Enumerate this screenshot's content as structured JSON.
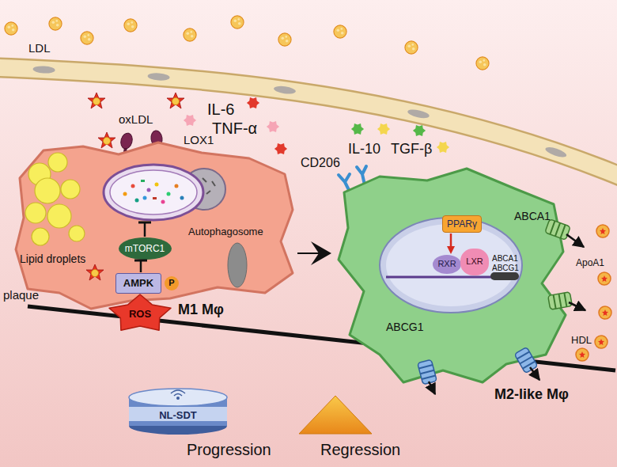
{
  "diagram": {
    "nodes": [
      {
        "text": [
          "M1 Mφ"
        ]
      },
      {
        "text": [
          "Autophagosome"
        ],
        "in": 0
      },
      {
        "text": [
          "mTORC1"
        ],
        "in": 0
      },
      {
        "text": [
          "AMPK"
        ],
        "in": 0
      },
      {
        "text": [
          "P"
        ],
        "in": 0
      },
      {
        "text": [
          "ROS"
        ],
        "in": 0
      },
      {
        "text": [
          "M2-like Mφ"
        ]
      },
      {
        "text": [
          "PPARγ"
        ],
        "in": 6
      },
      {
        "text": [
          "RXR"
        ],
        "in": 6
      },
      {
        "text": [
          "LXR"
        ],
        "in": 6
      },
      {
        "text": [
          "NL-SDT"
        ]
      }
    ],
    "edges": [
      {
        "from": 2,
        "to": 1,
        "arrow": "to"
      },
      {
        "from": 3,
        "to": 2,
        "arrow": "to"
      },
      {
        "from": 0,
        "to": 6,
        "arrow": "to"
      },
      {
        "from": 7,
        "to": 8,
        "arrow": "to"
      }
    ],
    "labels": [
      "LDL",
      "oxLDL",
      "LOX1",
      "IL-6",
      "TNF-α",
      "Lipid droplets",
      "CD206",
      "IL-10",
      "TGF-β",
      "ABCA1",
      "ABCG1",
      "ABCA1",
      "ApoA1",
      "ABCG1",
      "HDL",
      "plaque",
      "Progression",
      "Regression"
    ]
  }
}
